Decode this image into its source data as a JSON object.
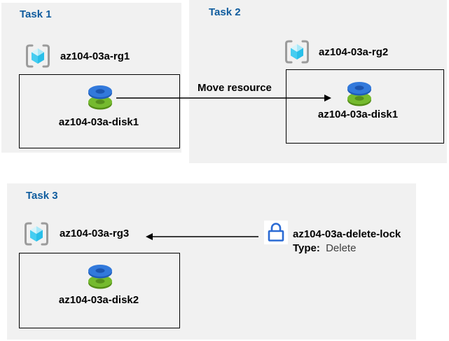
{
  "tasks": [
    {
      "title": "Task 1",
      "resource_group": "az104-03a-rg1",
      "disk": "az104-03a-disk1"
    },
    {
      "title": "Task 2",
      "resource_group": "az104-03a-rg2",
      "disk": "az104-03a-disk1"
    },
    {
      "title": "Task 3",
      "resource_group": "az104-03a-rg3",
      "disk": "az104-03a-disk2"
    }
  ],
  "move_arrow": {
    "label": "Move resource"
  },
  "lock": {
    "name": "az104-03a-delete-lock",
    "type_label": "Type:",
    "type_value": "Delete"
  },
  "icons": {
    "resource_group": "resource-group-icon",
    "disk": "managed-disk-icon",
    "lock": "lock-icon"
  },
  "colors": {
    "panel_bg": "#f1f1f1",
    "task_title_blue": "#0f5c9e",
    "label_text": "#000000",
    "type_value_text": "#404040",
    "arrow": "#000000",
    "box_border": "#000000",
    "lock_blue": "#2b6bd4",
    "disk_blue_top": "#3279db",
    "disk_blue_side": "#1e5cb8",
    "disk_blue_hole": "#1c55b0",
    "disk_green_top": "#75ba2e",
    "disk_green_side": "#548e17",
    "disk_green_hole": "#568f1d",
    "cube_top_left": "#d6f4fb",
    "cube_top_right": "#a9e8f8",
    "cube_front_left": "#45cdf1",
    "cube_front_right": "#29bfe9",
    "bracket_gray": "#9b9b9b"
  }
}
